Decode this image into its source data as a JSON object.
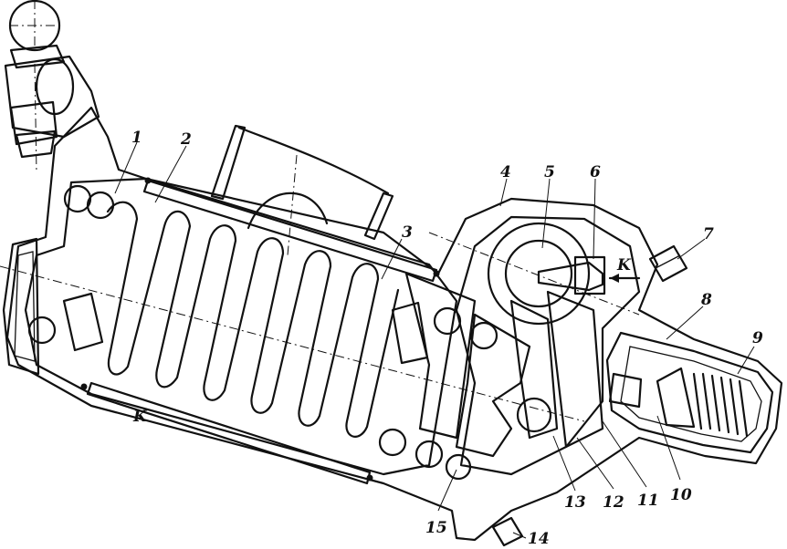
{
  "diagram": {
    "part_labels": [
      "1",
      "2",
      "3",
      "4",
      "5",
      "6",
      "7",
      "8",
      "9",
      "10",
      "11",
      "12",
      "13",
      "14",
      "15"
    ],
    "section_marks": [
      "K",
      "K"
    ]
  },
  "colors": {
    "ink": "#111111",
    "paper": "#ffffff"
  }
}
